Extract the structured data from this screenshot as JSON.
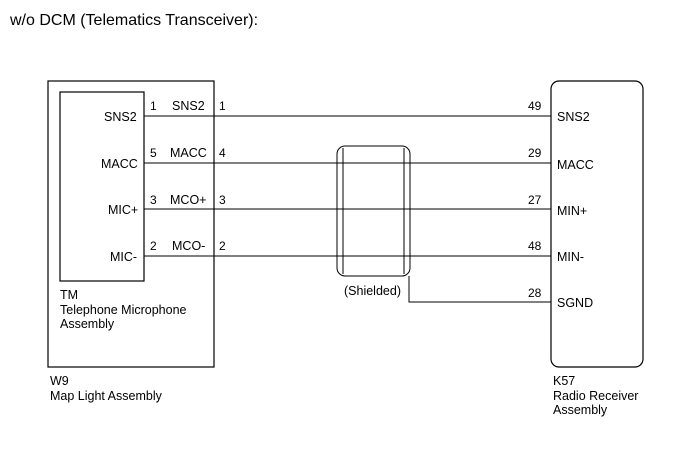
{
  "title": "w/o DCM (Telematics Transceiver):",
  "left_inner": {
    "code": "TM",
    "name_line1": "Telephone Microphone",
    "name_line2": "Assembly",
    "terminals": [
      "SNS2",
      "MACC",
      "MIC+",
      "MIC-"
    ]
  },
  "left_outer": {
    "code": "W9",
    "name": "Map Light Assembly",
    "inner_pins": [
      "1",
      "5",
      "3",
      "2"
    ],
    "signals": [
      "SNS2",
      "MACC",
      "MCO+",
      "MCO-"
    ],
    "outer_pins": [
      "1",
      "4",
      "3",
      "2"
    ]
  },
  "right": {
    "code": "K57",
    "name_line1": "Radio Receiver",
    "name_line2": "Assembly",
    "pins": [
      "49",
      "29",
      "27",
      "48",
      "28"
    ],
    "terminals": [
      "SNS2",
      "MACC",
      "MIN+",
      "MIN-",
      "SGND"
    ]
  },
  "shield_label": "(Shielded)",
  "colors": {
    "line": "#000000",
    "background": "#ffffff"
  }
}
